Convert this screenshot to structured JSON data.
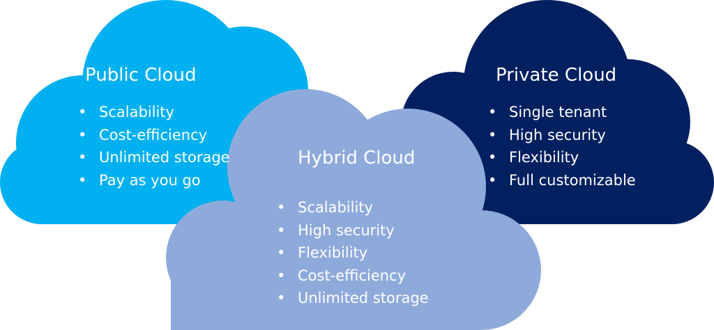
{
  "colors": {
    "public": "#00b0f0",
    "private": "#002060",
    "hybrid": "#8eaadb",
    "text": "#ffffff"
  },
  "clouds": {
    "public": {
      "title": "Public Cloud",
      "items": [
        "Scalability",
        "Cost-efficiency",
        "Unlimited storage",
        "Pay as you go"
      ]
    },
    "private": {
      "title": "Private Cloud",
      "items": [
        "Single tenant",
        "High security",
        "Flexibility",
        "Full customizable"
      ]
    },
    "hybrid": {
      "title": "Hybrid Cloud",
      "items": [
        "Scalability",
        "High security",
        "Flexibility",
        "Cost-efficiency",
        "Unlimited storage"
      ]
    }
  },
  "bullet": "•"
}
